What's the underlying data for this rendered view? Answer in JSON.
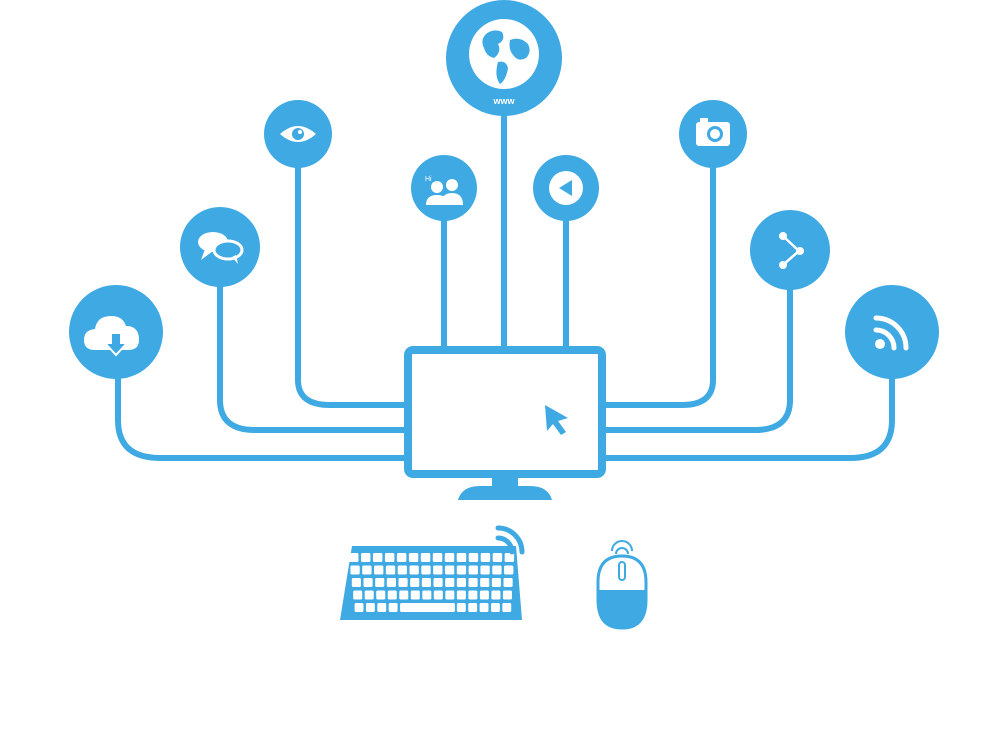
{
  "colors": {
    "primary": "#3ea9e3",
    "background": "#ffffff"
  },
  "hub": {
    "device": "computer-monitor",
    "cursor_icon": "cursor-arrow-icon"
  },
  "nodes": [
    {
      "id": "cloud-download",
      "icon": "cloud-download-icon"
    },
    {
      "id": "chat",
      "icon": "chat-bubbles-icon"
    },
    {
      "id": "eye",
      "icon": "eye-icon"
    },
    {
      "id": "people-chat",
      "icon": "people-chat-icon",
      "label": "Hi"
    },
    {
      "id": "web",
      "icon": "globe-icon",
      "label": "www"
    },
    {
      "id": "play",
      "icon": "back-arrow-icon"
    },
    {
      "id": "camera",
      "icon": "camera-icon"
    },
    {
      "id": "share",
      "icon": "share-icon"
    },
    {
      "id": "rss",
      "icon": "rss-icon"
    }
  ],
  "peripherals": [
    {
      "id": "keyboard",
      "icon": "wireless-keyboard-icon"
    },
    {
      "id": "mouse",
      "icon": "wireless-mouse-icon"
    }
  ]
}
